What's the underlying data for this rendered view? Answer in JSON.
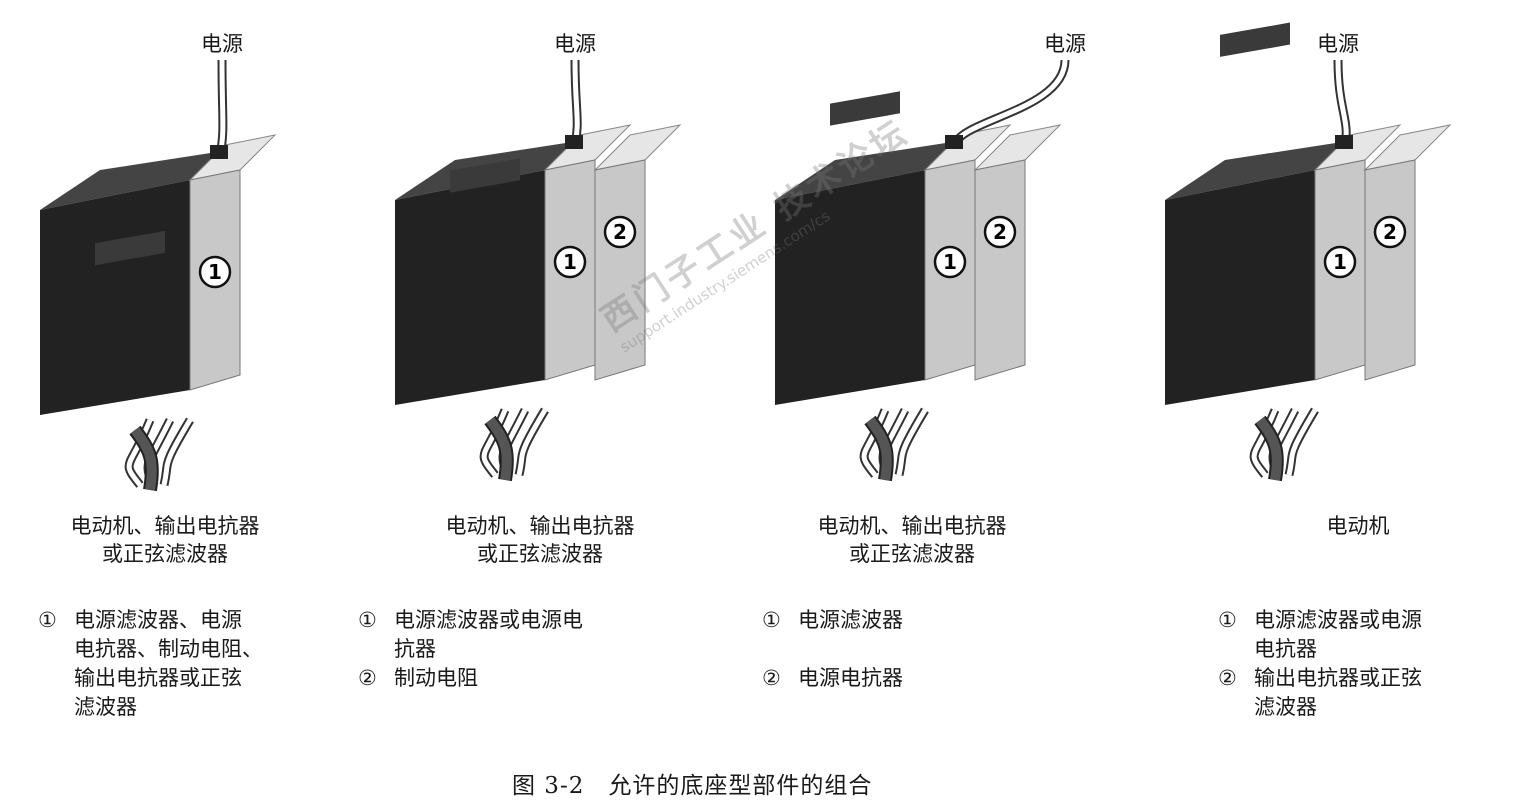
{
  "panels": [
    {
      "power_label": "电源",
      "output_label": [
        "电动机、输出电抗器",
        "或正弦滤波器"
      ],
      "modules": [
        "1"
      ],
      "legend": [
        {
          "num": "①",
          "lines": [
            "电源滤波器、电源",
            "电抗器、制动电阻、",
            "输出电抗器或正弦",
            "滤波器"
          ]
        }
      ]
    },
    {
      "power_label": "电源",
      "output_label": [
        "电动机、输出电抗器",
        "或正弦滤波器"
      ],
      "modules": [
        "1",
        "2"
      ],
      "legend": [
        {
          "num": "①",
          "lines": [
            "电源滤波器或电源电",
            "抗器"
          ]
        },
        {
          "num": "②",
          "lines": [
            "制动电阻"
          ]
        }
      ]
    },
    {
      "power_label": "电源",
      "output_label": [
        "电动机、输出电抗器",
        "或正弦滤波器"
      ],
      "modules": [
        "1",
        "2"
      ],
      "legend": [
        {
          "num": "①",
          "lines": [
            "电源滤波器"
          ]
        },
        {
          "num": "②",
          "lines": [
            "电源电抗器"
          ]
        }
      ]
    },
    {
      "power_label": "电源",
      "output_label": [
        "电动机"
      ],
      "modules": [
        "1",
        "2"
      ],
      "legend": [
        {
          "num": "①",
          "lines": [
            "电源滤波器或电源",
            "电抗器"
          ]
        },
        {
          "num": "②",
          "lines": [
            "输出电抗器或正弦",
            "滤波器"
          ]
        }
      ]
    }
  ],
  "caption": "图 3-2　允许的底座型部件的组合",
  "watermark": {
    "line1": "西门子工业 技术论坛",
    "line2": "support.industry.siemens.com/cs"
  },
  "colors": {
    "body": "#222222",
    "module": "#c8c8c8",
    "module_top": "#e6e6e6",
    "cable": "#ffffff",
    "motor_cable": "#555555"
  }
}
